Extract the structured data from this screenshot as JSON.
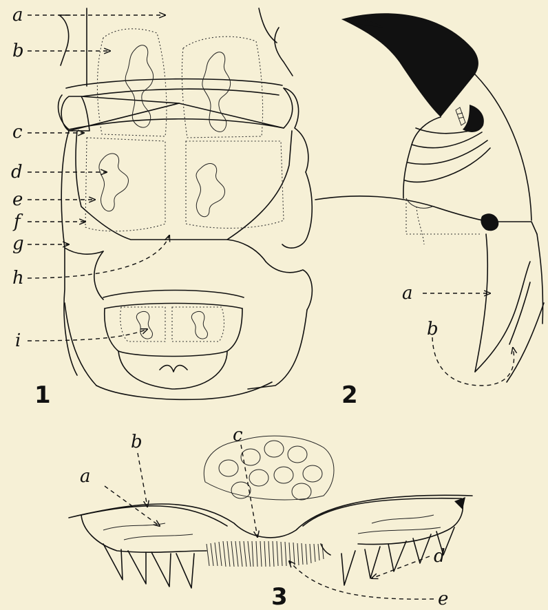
{
  "figure_1": {
    "number": "1",
    "labels": {
      "a": "a",
      "b": "b",
      "c": "c",
      "d": "d",
      "e": "e",
      "f": "f",
      "g": "g",
      "h": "h",
      "i": "i"
    }
  },
  "figure_2": {
    "number": "2",
    "labels": {
      "a": "a",
      "b": "b"
    }
  },
  "figure_3": {
    "number": "3",
    "labels": {
      "a": "a",
      "b": "b",
      "c": "c",
      "d": "d",
      "e": "e"
    }
  },
  "colors": {
    "paper": "#f6f0d6",
    "ink": "#111111"
  }
}
